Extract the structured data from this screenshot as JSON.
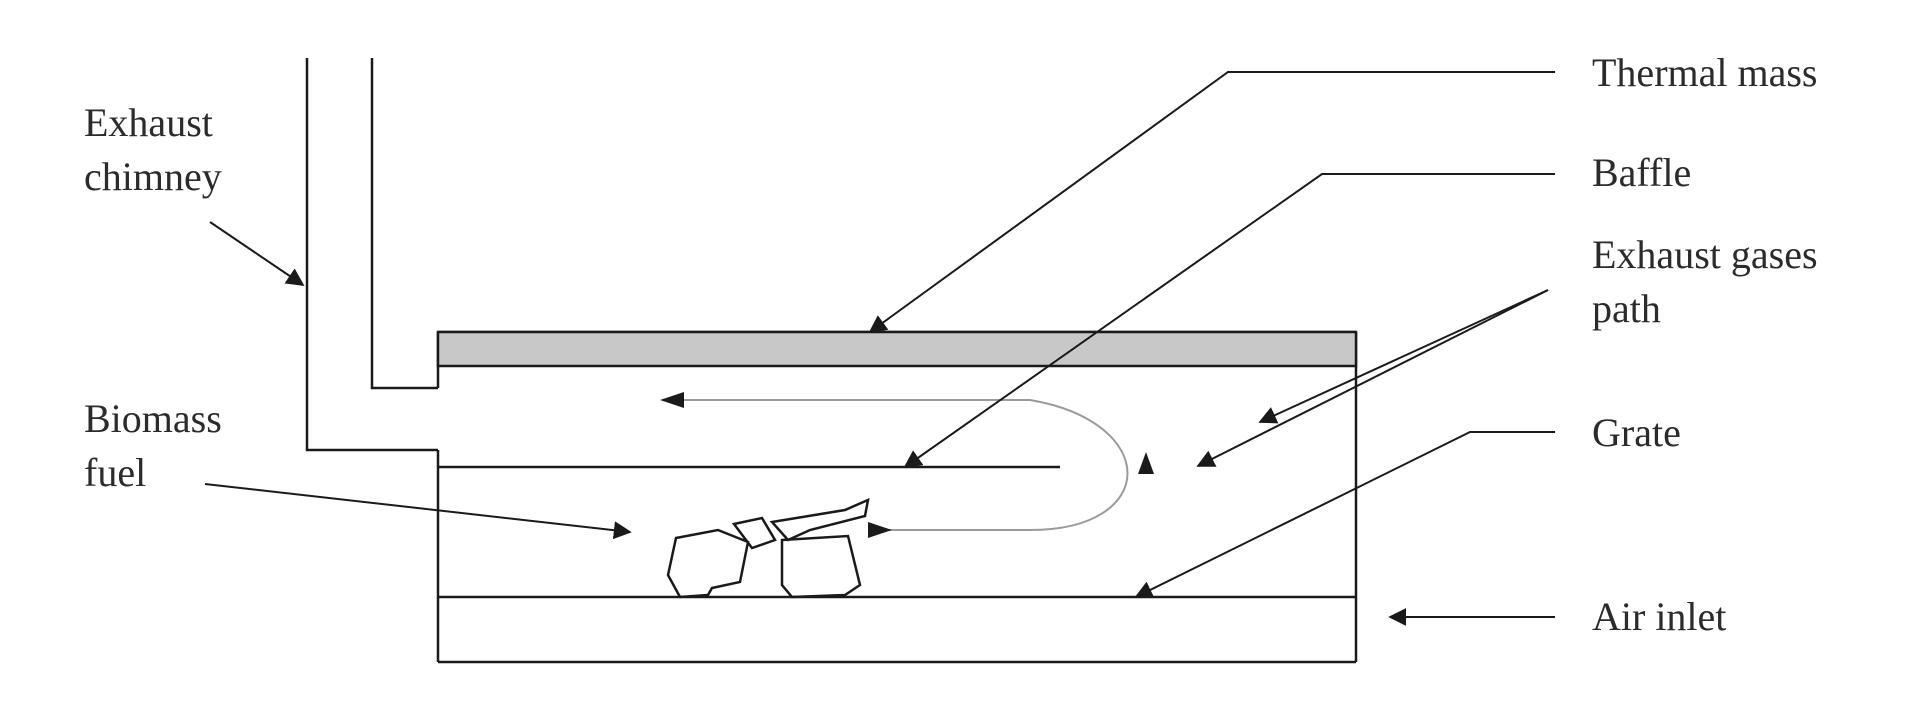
{
  "diagram": {
    "labels": {
      "exhaust_chimney": [
        "Exhaust",
        "chimney"
      ],
      "biomass_fuel": [
        "Biomass",
        "fuel"
      ],
      "thermal_mass": "Thermal mass",
      "baffle": "Baffle",
      "exhaust_gases_path": [
        "Exhaust gases",
        "path"
      ],
      "grate": "Grate",
      "air_inlet": "Air inlet"
    },
    "colors": {
      "line": "#1a1a1a",
      "thermal_mass_fill": "#c8c8c8",
      "text": "#2b2b2b",
      "background": "#ffffff"
    }
  }
}
